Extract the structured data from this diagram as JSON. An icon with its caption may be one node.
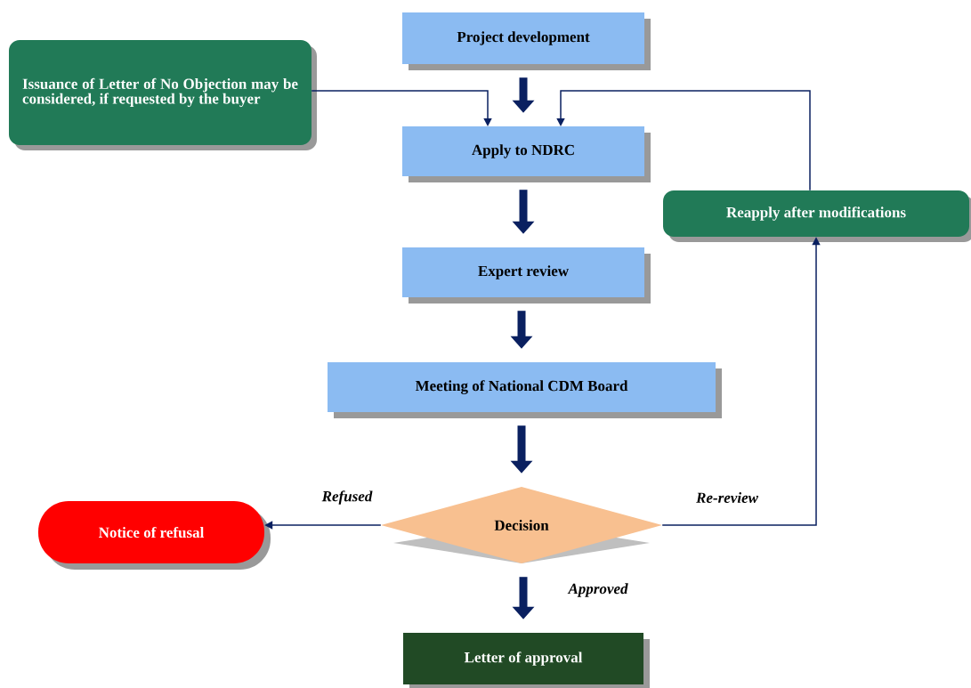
{
  "diagram": {
    "nodes": [
      {
        "text": [
          "Project development"
        ]
      },
      {
        "text": [
          "Apply to NDRC"
        ]
      },
      {
        "text": [
          "Expert review"
        ]
      },
      {
        "text": [
          "Meeting of National CDM Board"
        ]
      },
      {
        "text": [
          "Decision"
        ]
      },
      {
        "text": [
          "Notice of refusal"
        ]
      },
      {
        "text": [
          "Letter of approval"
        ]
      },
      {
        "text": [
          "Issuance of Letter of No Objection may be considered, if requested by the buyer"
        ]
      },
      {
        "text": [
          "Reapply after modifications"
        ]
      }
    ],
    "edges": [
      {
        "from": 0,
        "to": 1,
        "arrow": "to"
      },
      {
        "from": 1,
        "to": 2,
        "arrow": "to"
      },
      {
        "from": 2,
        "to": 3,
        "arrow": "to"
      },
      {
        "from": 3,
        "to": 4,
        "arrow": "to"
      },
      {
        "from": 4,
        "to": 6,
        "arrow": "to",
        "label": "Approved"
      },
      {
        "from": 4,
        "to": 5,
        "arrow": "to",
        "label": "Refused"
      },
      {
        "from": 4,
        "to": 8,
        "arrow": "to",
        "label": "Re-review"
      },
      {
        "from": 8,
        "to": 1,
        "arrow": "to"
      },
      {
        "from": 7,
        "to": 1,
        "arrow": "to"
      }
    ]
  }
}
